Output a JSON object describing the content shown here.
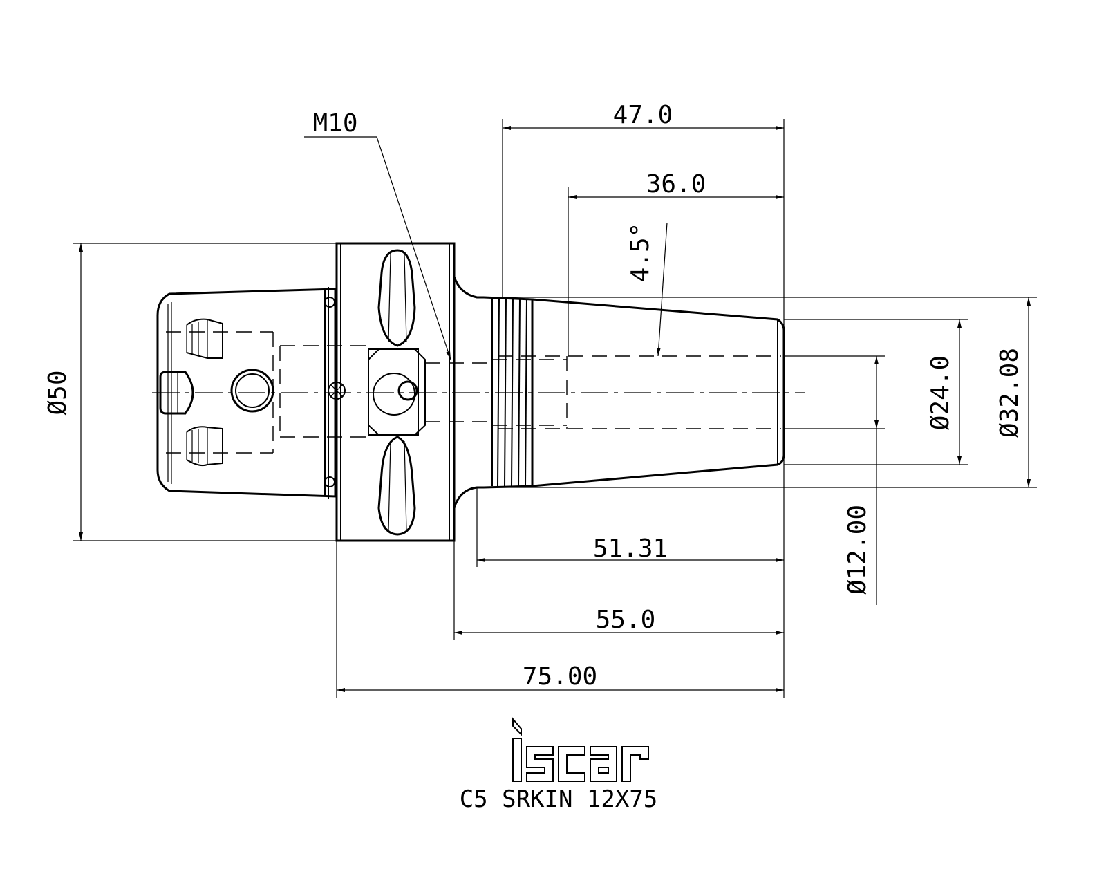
{
  "dimensions": {
    "d47": "47.0",
    "d36": "36.0",
    "angle": "4.5°",
    "m10": "M10",
    "dia50": "Ø50",
    "dia24": "Ø24.0",
    "dia32": "Ø32.08",
    "dia12": "Ø12.00",
    "d5131": "51.31",
    "d55": "55.0",
    "d75": "75.00"
  },
  "brand": {
    "logo_text": "iscar"
  },
  "part": {
    "title": "C5 SRKIN 12X75"
  },
  "colors": {
    "ink": "#000000",
    "paper": "#ffffff"
  }
}
